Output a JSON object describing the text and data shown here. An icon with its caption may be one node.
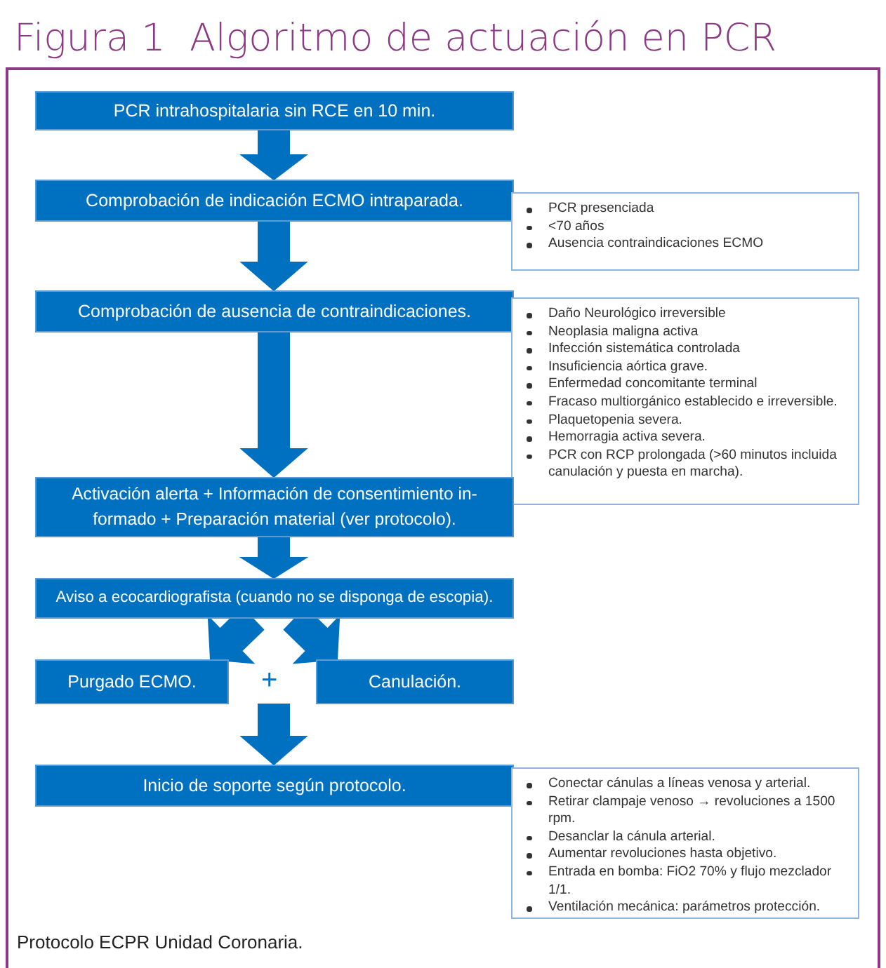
{
  "diagram": {
    "title": "Figura 1  Algoritmo de actuación en PCR",
    "caption": "Protocolo ECPR Unidad Coronaria.",
    "nodes": [
      {
        "text": [
          "PCR intrahospitalaria sin RCE en 10 min."
        ]
      },
      {
        "text": [
          "Comprobación de indicación ECMO intraparada."
        ]
      },
      {
        "text": [
          "PCR presenciada",
          "<70 años",
          "Ausencia contraindicaciones ECMO"
        ]
      },
      {
        "text": [
          "Comprobación de ausencia de contraindicaciones."
        ]
      },
      {
        "text": [
          "Daño Neurológico irreversible",
          "Neoplasia maligna activa",
          "Infección sistemática controlada",
          "Insuficiencia aórtica grave.",
          "Enfermedad concomitante terminal",
          "Fracaso multiorgánico establecido e irreversible.",
          "Plaquetopenia severa.",
          "Hemorragia activa severa.",
          "PCR con RCP prolongada (>60 minutos incluida canulación y puesta en marcha)."
        ]
      },
      {
        "text": [
          "Activación alerta + Información de consentimiento in-formado + Preparación material (ver protocolo)."
        ]
      },
      {
        "text": [
          "Aviso a ecocardiografista (cuando no se disponga de escopia)."
        ]
      },
      {
        "text": [
          "Purgado ECMO."
        ]
      },
      {
        "text": [
          "Canulación."
        ]
      },
      {
        "text": [
          "Inicio de soporte según protocolo."
        ]
      },
      {
        "text": [
          "Conectar cánulas a líneas venosa y arterial.",
          "Retirar clampaje venoso → revoluciones a 1500 rpm.",
          "Desanclar la cánula arterial.",
          "Aumentar revoluciones hasta objetivo.",
          "Entrada en bomba: FiO2 70% y flujo mezclador 1/1.",
          "Ventilación mecánica: parámetros protección."
        ]
      }
    ],
    "edges": [
      {
        "from": 0,
        "to": 1,
        "arrow": "to"
      },
      {
        "from": 1,
        "to": 3,
        "arrow": "to"
      },
      {
        "from": 3,
        "to": 5,
        "arrow": "to"
      },
      {
        "from": 5,
        "to": 6,
        "arrow": "to"
      },
      {
        "from": 6,
        "to": 7,
        "arrow": "to"
      },
      {
        "from": 6,
        "to": 8,
        "arrow": "to"
      },
      {
        "from": 7,
        "to": 9,
        "arrow": "to"
      },
      {
        "from": 8,
        "to": 9,
        "arrow": "to"
      }
    ],
    "labels": [
      "+"
    ]
  }
}
